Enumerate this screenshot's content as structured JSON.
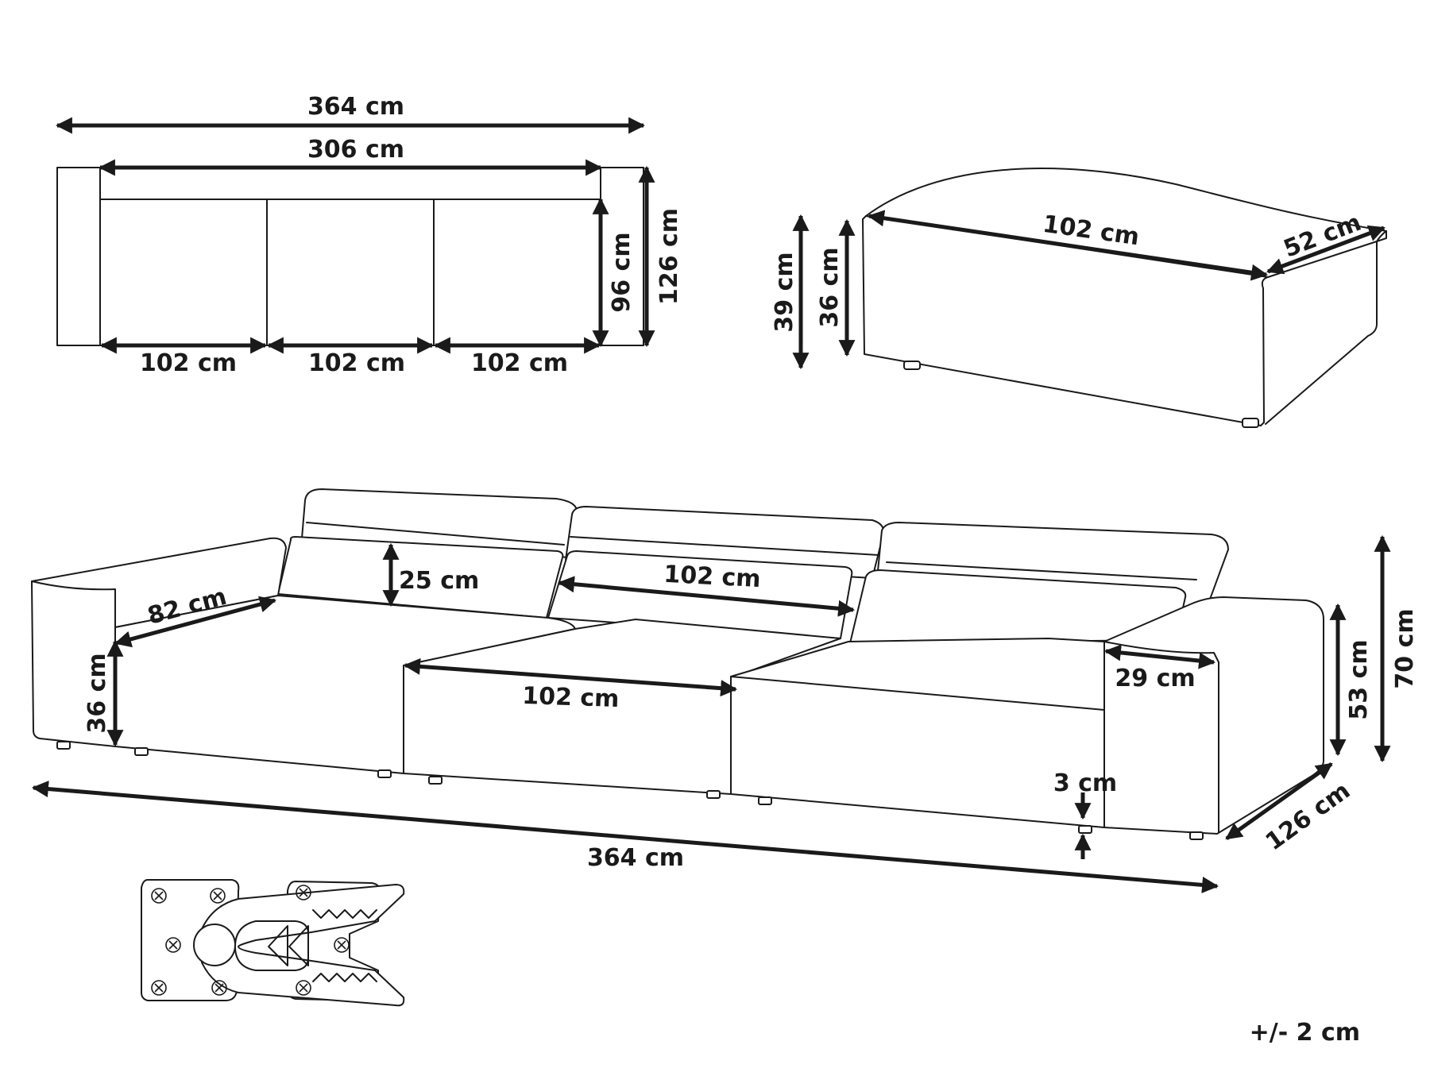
{
  "top_view": {
    "overall_width": "364 cm",
    "seat_width": "306 cm",
    "module_widths": [
      "102 cm",
      "102 cm",
      "102 cm"
    ],
    "seat_depth": "96 cm",
    "overall_depth": "126 cm"
  },
  "ottoman": {
    "length": "102 cm",
    "depth": "52 cm",
    "height": "39 cm",
    "seat_height": "36 cm"
  },
  "sofa_view": {
    "backrest_height": "25 cm",
    "module_width_back": "102 cm",
    "seat_depth": "82 cm",
    "seat_height": "36 cm",
    "module_width_front": "102 cm",
    "armrest_width": "29 cm",
    "armrest_height": "53 cm",
    "overall_height": "70 cm",
    "leg_height": "3 cm",
    "overall_depth": "126 cm",
    "overall_width": "364 cm"
  },
  "tolerance": "+/- 2 cm"
}
